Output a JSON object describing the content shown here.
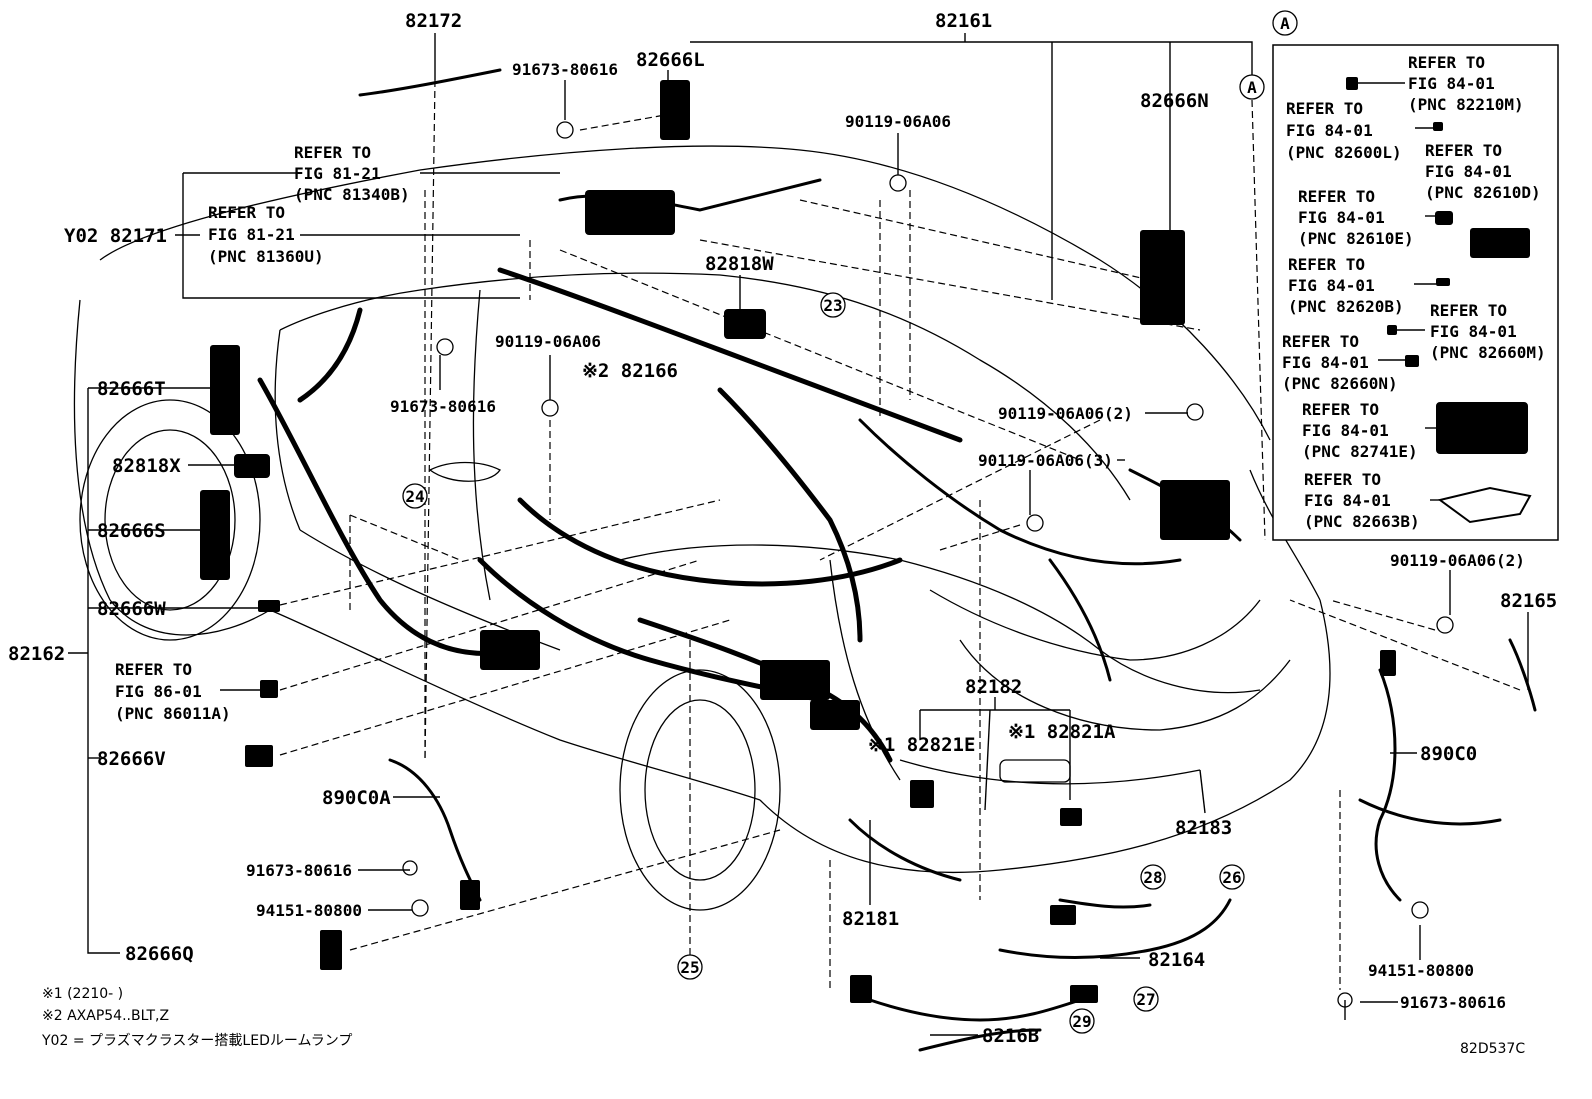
{
  "labels": {
    "p82172": "82172",
    "p82161": "82161",
    "p91673_top": "91673-80616",
    "p82666L": "82666L",
    "p82666N": "82666N",
    "p90119_top": "90119-06A06",
    "p82171": "Y02 82171",
    "p82818W": "82818W",
    "p90119_mid": "90119-06A06",
    "p82166": "※2 82166",
    "p91673_mid": "91673-80616",
    "p82666T": "82666T",
    "p82818X": "82818X",
    "p82666S": "82666S",
    "p82666W": "82666W",
    "p82162": "82162",
    "p82666V": "82666V",
    "p890C0A": "890C0A",
    "p91673_low": "91673-80616",
    "p94151_low": "94151-80800",
    "p82666Q": "82666Q",
    "p90119_2a": "90119-06A06(2)",
    "p90119_3": "90119-06A06(3)",
    "p90119_2b": "90119-06A06(2)",
    "p82165": "82165",
    "p82182": "82182",
    "p82821E": "※1 82821E",
    "p82821A": "※1 82821A",
    "p890C0": "890C0",
    "p82183": "82183",
    "p82181": "82181",
    "p82164": "82164",
    "p8216B": "8216B",
    "p94151_right": "94151-80800",
    "p91673_right": "91673-80616"
  },
  "circles": {
    "c23": "23",
    "c24": "24",
    "c25": "25",
    "c26": "26",
    "c27": "27",
    "c28": "28",
    "c29": "29"
  },
  "callout_a": "A",
  "refs": {
    "r81340B": [
      "REFER TO",
      "FIG 81-21",
      "(PNC 81340B)"
    ],
    "r81360U": [
      "REFER TO",
      "FIG 81-21",
      "(PNC 81360U)"
    ],
    "r86011A": [
      "REFER TO",
      "FIG 86-01",
      "(PNC 86011A)"
    ]
  },
  "inset_refs": [
    [
      "REFER TO",
      "FIG 84-01",
      "(PNC 82210M)"
    ],
    [
      "REFER TO",
      "FIG 84-01",
      "(PNC 82600L)"
    ],
    [
      "REFER TO",
      "FIG 84-01",
      "(PNC 82610D)"
    ],
    [
      "REFER TO",
      "FIG 84-01",
      "(PNC 82610E)"
    ],
    [
      "REFER TO",
      "FIG 84-01",
      "(PNC 82620B)"
    ],
    [
      "REFER TO",
      "FIG 84-01",
      "(PNC 82660M)"
    ],
    [
      "REFER TO",
      "FIG 84-01",
      "(PNC 82660N)"
    ],
    [
      "REFER TO",
      "FIG 84-01",
      "(PNC 82741E)"
    ],
    [
      "REFER TO",
      "FIG 84-01",
      "(PNC 82663B)"
    ]
  ],
  "notes": {
    "n1": "※1 (2210-      )",
    "n2": "※2 AXAP54..BLT,Z",
    "n3": "Y02 = プラズマクラスター搭載LEDルームランプ"
  },
  "code": "82D537C"
}
